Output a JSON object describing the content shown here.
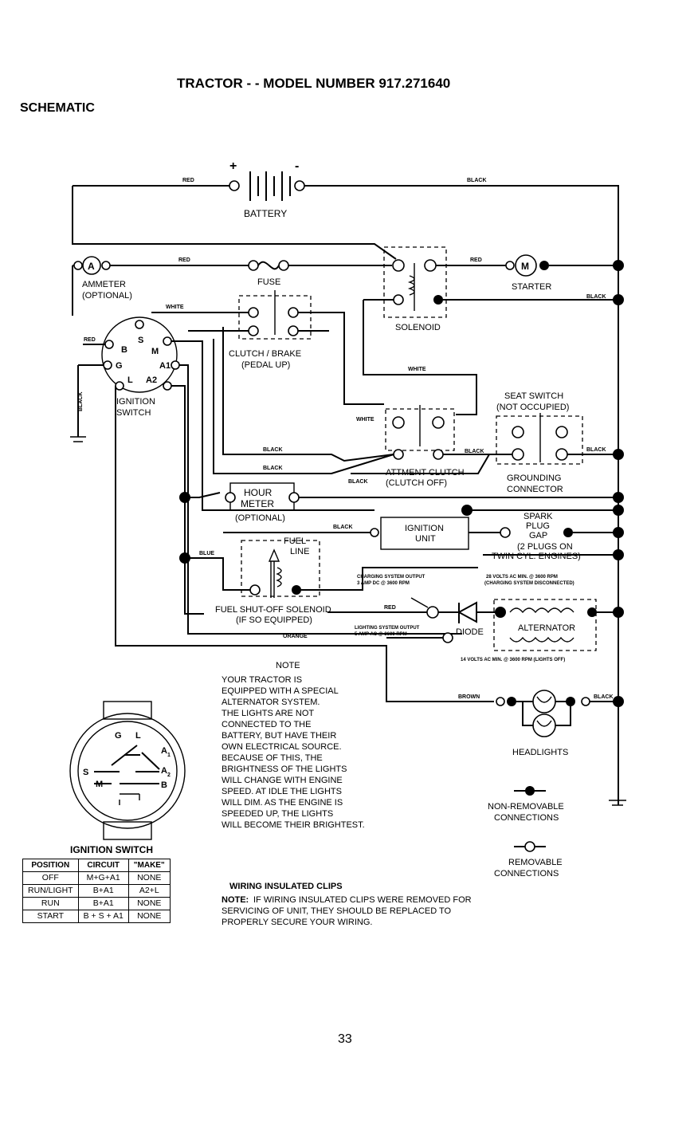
{
  "header": {
    "section": "SCHEMATIC",
    "title": "TRACTOR - - MODEL NUMBER 917.271640"
  },
  "components": {
    "battery": "BATTERY",
    "battery_plus": "+",
    "battery_minus": "-",
    "ammeter_symbol": "A",
    "ammeter": "AMMETER",
    "ammeter_opt": "(OPTIONAL)",
    "fuse": "FUSE",
    "solenoid": "SOLENOID",
    "starter_symbol": "M",
    "starter": "STARTER",
    "clutch_brake": "CLUTCH / BRAKE",
    "clutch_brake_sub": "(PEDAL UP)",
    "ignition_switch": "IGNITION",
    "ignition_switch_2": "SWITCH",
    "switch_b": "B",
    "switch_s": "S",
    "switch_m": "M",
    "switch_g": "G",
    "switch_a1": "A1",
    "switch_l": "L",
    "switch_a2": "A2",
    "seat_switch": "SEAT SWITCH",
    "seat_switch_sub": "(NOT OCCUPIED)",
    "attm_clutch": "ATTMENT CLUTCH",
    "attm_clutch_sub": "(CLUTCH OFF)",
    "grounding": "GROUNDING",
    "grounding_2": "CONNECTOR",
    "hour_meter": "HOUR",
    "hour_meter_2": "METER",
    "hour_meter_opt": "(OPTIONAL)",
    "ignition_unit": "IGNITION",
    "ignition_unit_2": "UNIT",
    "spark": "SPARK",
    "spark_2": "PLUG",
    "spark_3": "GAP",
    "spark_4": "(2 PLUGS ON",
    "spark_5": "TWIN CYL. ENGINES)",
    "fuel_line": "FUEL",
    "fuel_line_2": "LINE",
    "fuel_sol": "FUEL SHUT-OFF SOLENOID",
    "fuel_sol_sub": "(IF SO EQUIPPED)",
    "charging_1": "CHARGING SYSTEM OUTPUT",
    "charging_2": "3 AMP DC @ 3600 RPM",
    "volts28_1": "28 VOLTS AC MIN. @ 3600 RPM",
    "volts28_2": "(CHARGING SYSTEM DISCONNECTED)",
    "lighting_1": "LIGHTING SYSTEM OUTPUT",
    "lighting_2": "5 AMP AC @ 3600 RPM",
    "diode": "DIODE",
    "alternator": "ALTERNATOR",
    "volts14": "14 VOLTS AC MIN. @ 3600 RPM (LIGHTS OFF)",
    "headlights": "HEADLIGHTS"
  },
  "wire_labels": {
    "red": "RED",
    "black": "BLACK",
    "white": "WHITE",
    "blue": "BLUE",
    "orange": "ORANGE",
    "brown": "BROWN"
  },
  "note": {
    "heading": "NOTE",
    "lines": [
      "YOUR TRACTOR IS",
      "EQUIPPED WITH A SPECIAL",
      "ALTERNATOR SYSTEM.",
      "THE LIGHTS ARE NOT",
      "CONNECTED TO THE",
      "BATTERY, BUT HAVE THEIR",
      "OWN ELECTRICAL SOURCE.",
      "BECAUSE OF THIS, THE",
      "BRIGHTNESS OF THE LIGHTS",
      "WILL CHANGE WITH ENGINE",
      "SPEED. AT IDLE THE LIGHTS",
      "WILL DIM. AS THE ENGINE IS",
      "SPEEDED UP, THE LIGHTS",
      "WILL BECOME THEIR BRIGHTEST."
    ]
  },
  "legend": {
    "nonremovable": "NON-REMOVABLE",
    "nonremovable_2": "CONNECTIONS",
    "removable": "REMOVABLE",
    "removable_2": "CONNECTIONS"
  },
  "switch_diagram": {
    "g": "G",
    "l": "L",
    "a1": "A",
    "a1_sub": "1",
    "a2": "A",
    "a2_sub": "2",
    "s": "S",
    "m": "M",
    "b": "B"
  },
  "ignition_table": {
    "title": "IGNITION SWITCH",
    "headers": [
      "POSITION",
      "CIRCUIT",
      "\"MAKE\""
    ],
    "rows": [
      [
        "OFF",
        "M+G+A1",
        "NONE"
      ],
      [
        "RUN/LIGHT",
        "B+A1",
        "A2+L"
      ],
      [
        "RUN",
        "B+A1",
        "NONE"
      ],
      [
        "START",
        "B + S + A1",
        "NONE"
      ]
    ]
  },
  "clips": {
    "heading": "WIRING INSULATED CLIPS",
    "note_label": "NOTE:",
    "lines": [
      "IF WIRING INSULATED CLIPS WERE REMOVED FOR",
      "SERVICING OF UNIT, THEY SHOULD BE REPLACED TO",
      "PROPERLY SECURE YOUR WIRING."
    ]
  },
  "page_number": "33"
}
